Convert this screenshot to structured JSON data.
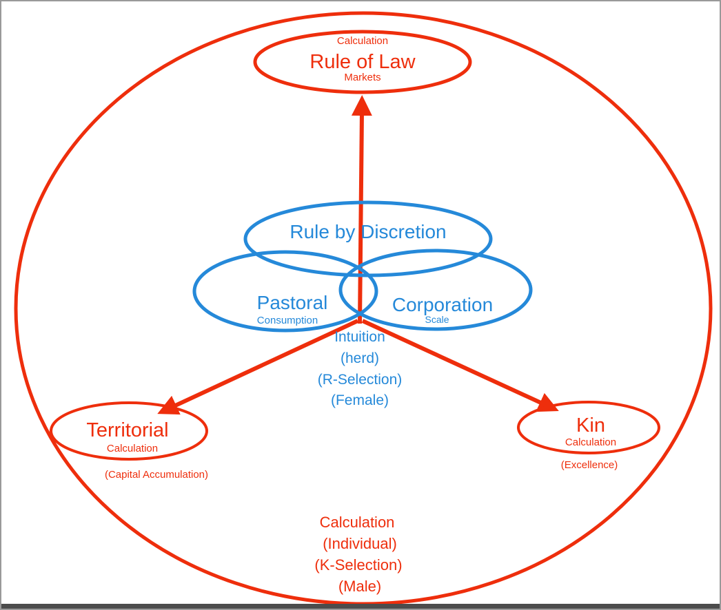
{
  "colors": {
    "red": "#ee2e0c",
    "blue": "#2589d9"
  },
  "top_ellipse": {
    "super": "Calculation",
    "title": "Rule of Law",
    "sub": "Markets"
  },
  "center": {
    "discretion": "Rule by Discretion",
    "pastoral": "Pastoral",
    "pastoral_sub": "Consumption",
    "corporation": "Corporation",
    "corporation_sub": "Scale",
    "below": [
      "Intuition",
      "(herd)",
      "(R-Selection)",
      "(Female)"
    ]
  },
  "left_ellipse": {
    "title": "Territorial",
    "sub": "Calculation",
    "below": "(Capital Accumulation)"
  },
  "right_ellipse": {
    "title": "Kin",
    "sub": "Calculation",
    "below": "(Excellence)"
  },
  "bottom_text": [
    "Calculation",
    "(Individual)",
    "(K-Selection)",
    "(Male)"
  ]
}
